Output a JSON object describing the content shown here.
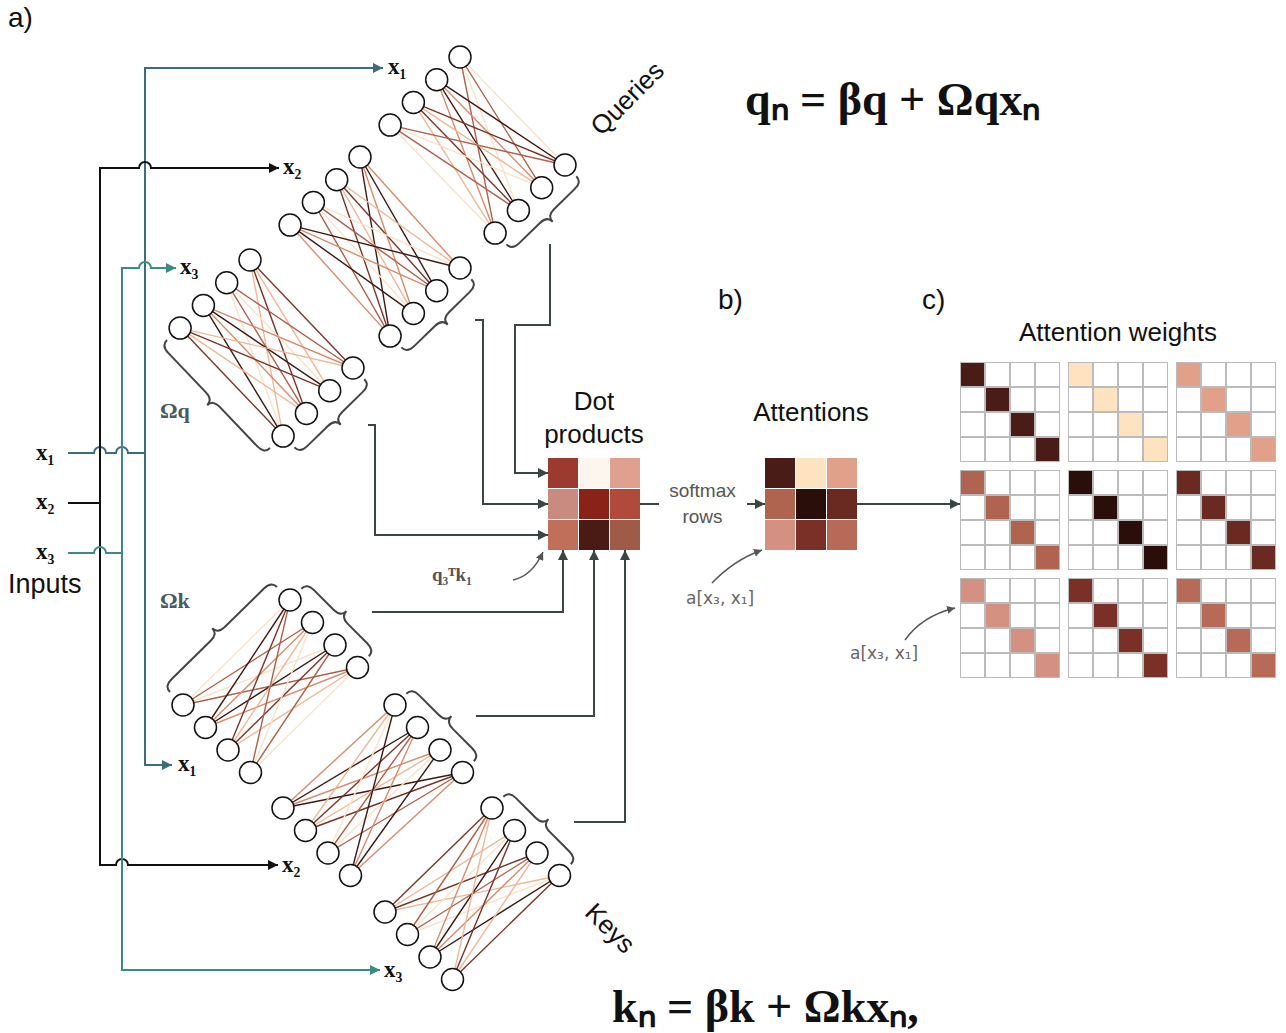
{
  "diagram": {
    "nodes": [
      {
        "text": [
          "x₁",
          "Queries"
        ]
      },
      {
        "text": [
          "x₂"
        ]
      },
      {
        "text": [
          "x₃",
          "Ωq"
        ]
      },
      {
        "text": [
          "Ωk",
          "x₁"
        ]
      },
      {
        "text": [
          "x₂"
        ]
      },
      {
        "text": [
          "x₃",
          "Keys"
        ]
      },
      {
        "text": [
          "Dot products"
        ]
      },
      {
        "text": [
          "Attentions"
        ]
      },
      {
        "text": [
          "Attention weights"
        ]
      }
    ],
    "edges": [
      {
        "from": 0,
        "to": 6,
        "arrow": "to"
      },
      {
        "from": 1,
        "to": 6,
        "arrow": "to"
      },
      {
        "from": 2,
        "to": 6,
        "arrow": "to"
      },
      {
        "from": 3,
        "to": 6,
        "arrow": "to"
      },
      {
        "from": 4,
        "to": 6,
        "arrow": "to"
      },
      {
        "from": 5,
        "to": 6,
        "arrow": "to"
      },
      {
        "from": 6,
        "to": 7,
        "label": "softmax rows",
        "arrow": "to"
      },
      {
        "from": 7,
        "to": 8,
        "arrow": "to"
      }
    ],
    "labels": [
      "a)",
      "qₙ = βq + Ωqxₙ",
      "b)",
      "c)",
      "x₁",
      "x₂",
      "x₃",
      "Inputs",
      "q₃ᵀk₁",
      "a[x₃, x₁]",
      "a[x₃, x₁]",
      "kₙ = βk + Ωkxₙ,"
    ]
  }
}
